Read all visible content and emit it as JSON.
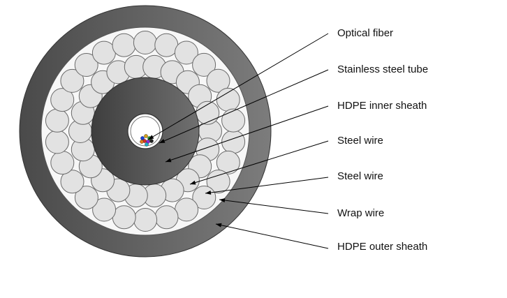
{
  "labels": [
    {
      "id": "optical-fiber",
      "text": "Optical fiber"
    },
    {
      "id": "stainless-steel-tube",
      "text": "Stainless steel tube"
    },
    {
      "id": "hdpe-inner-sheath",
      "text": "HDPE inner sheath"
    },
    {
      "id": "steel-wire-inner",
      "text": "Steel wire"
    },
    {
      "id": "steel-wire-outer",
      "text": "Steel wire"
    },
    {
      "id": "wrap-wire",
      "text": "Wrap wire"
    },
    {
      "id": "hdpe-outer-sheath",
      "text": "HDPE outer sheath"
    }
  ],
  "colors": {
    "outer_sheath_light": "#7c7c7c",
    "outer_sheath_dark": "#4a4a4a",
    "inner_sheath_light": "#707070",
    "inner_sheath_dark": "#3e3e3e",
    "steel_wire_fill": "#e2e2e2",
    "steel_wire_stroke": "#6a6a6a",
    "wrap_band": "#f7f7f7",
    "tube_fill": "#ffffff",
    "leader_line": "#000000",
    "fiber_colors": [
      "#1a3fd6",
      "#d6a21a",
      "#2aa52a",
      "#d62a2a",
      "#8a2ad6",
      "#222222",
      "#e07a1a",
      "#1ab0c9"
    ]
  }
}
